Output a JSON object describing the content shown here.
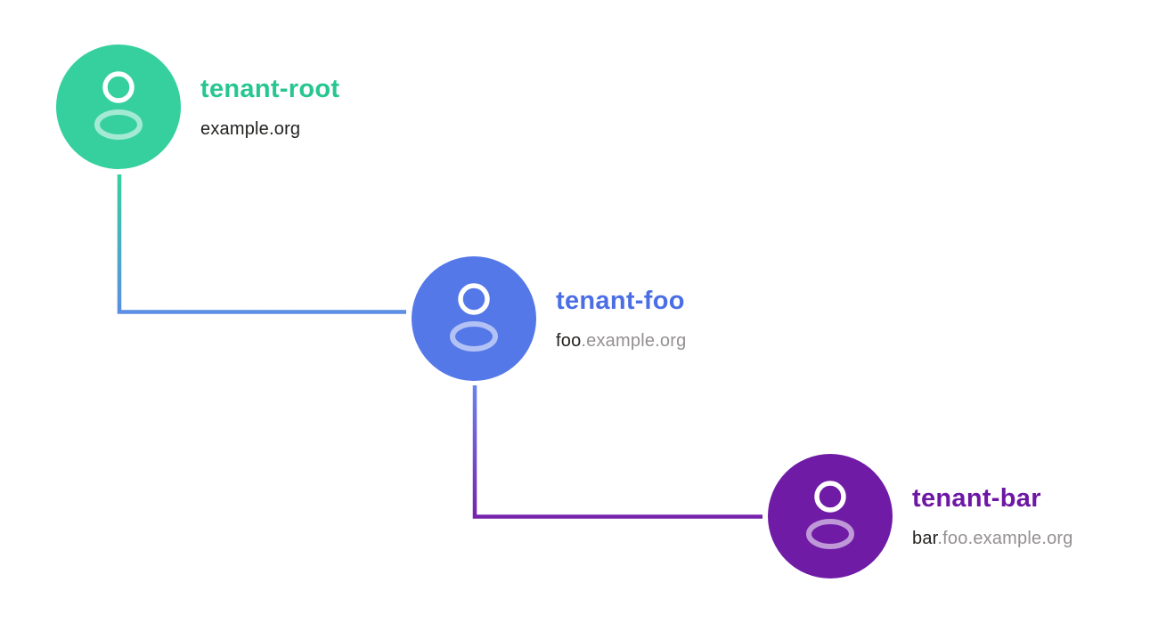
{
  "diagram": {
    "background_color": "#ffffff",
    "domain_primary_color": "#242220",
    "domain_rest_color": "#949091",
    "nodes": [
      {
        "name": "tenant-root",
        "name_color": "#27c690",
        "avatar_color": "#36d09e",
        "avatar_icon": "person-icon",
        "domain_primary": "example.org",
        "domain_rest": ""
      },
      {
        "name": "tenant-foo",
        "name_color": "#4c6ee5",
        "avatar_color": "#5578e8",
        "avatar_icon": "person-icon",
        "domain_primary": "foo",
        "domain_rest": ".example.org"
      },
      {
        "name": "tenant-bar",
        "name_color": "#6d18a4",
        "avatar_color": "#701ba6",
        "avatar_icon": "person-icon",
        "domain_primary": "bar",
        "domain_rest": ".foo.example.org"
      }
    ],
    "connectors": [
      {
        "from": "tenant-root",
        "to": "tenant-foo",
        "start_color": "#36d09e",
        "end_color": "#5b8de4"
      },
      {
        "from": "tenant-foo",
        "to": "tenant-bar",
        "start_color": "#6b84ea",
        "end_color": "#7623ac"
      }
    ]
  }
}
